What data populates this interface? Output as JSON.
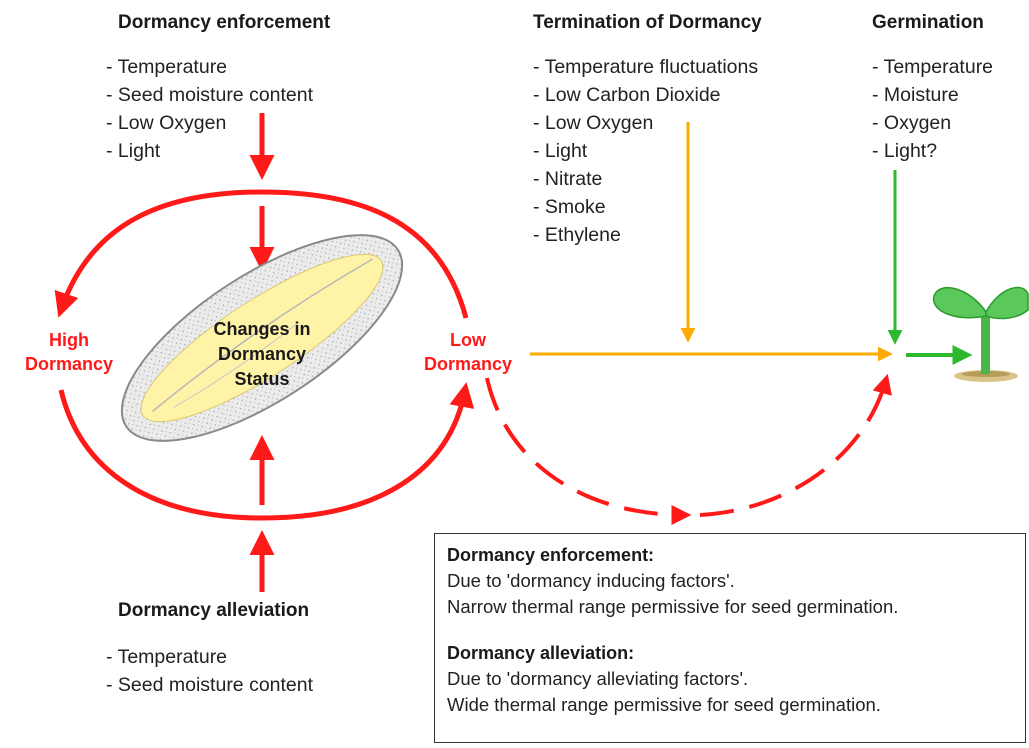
{
  "enforcement": {
    "title": "Dormancy enforcement",
    "items": [
      "Temperature",
      "Seed moisture content",
      "Low Oxygen",
      "Light"
    ]
  },
  "termination": {
    "title": "Termination of Dormancy",
    "items": [
      "Temperature fluctuations",
      "Low Carbon Dioxide",
      "Low Oxygen",
      "Light",
      "Nitrate",
      "Smoke",
      "Ethylene"
    ]
  },
  "germination": {
    "title": "Germination",
    "items": [
      "Temperature",
      "Moisture",
      "Oxygen",
      "Light?"
    ]
  },
  "alleviation": {
    "title": "Dormancy alleviation",
    "items": [
      "Temperature",
      "Seed moisture content"
    ]
  },
  "states": {
    "high": [
      "High",
      "Dormancy"
    ],
    "low": [
      "Low",
      "Dormancy"
    ],
    "center": [
      "Changes in",
      "Dormancy",
      "Status"
    ]
  },
  "notes": {
    "enforcement_title": "Dormancy enforcement:",
    "enforcement_lines": [
      "Due to  'dormancy inducing factors'.",
      "Narrow thermal range permissive for seed germination."
    ],
    "alleviation_title": "Dormancy alleviation:",
    "alleviation_lines": [
      "Due to  'dormancy alleviating factors'.",
      "Wide thermal range permissive for seed germination."
    ]
  },
  "colors": {
    "dormancy_arrows": "#ff1a1a",
    "termination_arrow": "#ffaa00",
    "germination_arrow": "#2db82d",
    "seed_coat": "#c8c8c8",
    "embryo": "#fff3a8"
  },
  "icons": [
    "seed-icon",
    "seedling-icon"
  ]
}
